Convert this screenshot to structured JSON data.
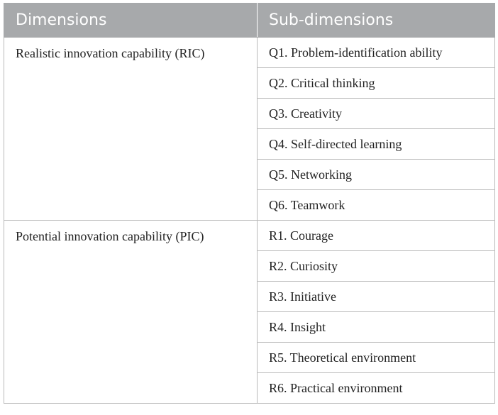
{
  "header": {
    "dimensions": "Dimensions",
    "sub_dimensions": "Sub-dimensions"
  },
  "groups": [
    {
      "dimension": "Realistic innovation capability (RIC)",
      "subs": [
        "Q1. Problem-identification ability",
        "Q2. Critical thinking",
        "Q3. Creativity",
        "Q4. Self-directed learning",
        "Q5. Networking",
        "Q6. Teamwork"
      ]
    },
    {
      "dimension": "Potential innovation capability (PIC)",
      "subs": [
        "R1. Courage",
        "R2. Curiosity",
        "R3. Initiative",
        "R4. Insight",
        "R5. Theoretical environment",
        "R6. Practical environment"
      ]
    }
  ]
}
